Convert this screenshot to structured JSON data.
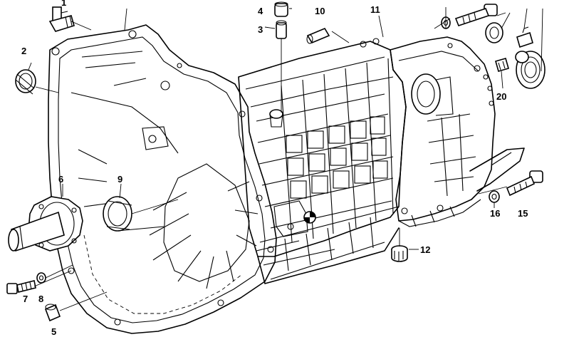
{
  "callouts": [
    {
      "id": "c1",
      "text": "1"
    },
    {
      "id": "c2",
      "text": "2"
    },
    {
      "id": "c3",
      "text": "3"
    },
    {
      "id": "c4",
      "text": "4"
    },
    {
      "id": "c5",
      "text": "5"
    },
    {
      "id": "c6",
      "text": "6"
    },
    {
      "id": "c7",
      "text": "7"
    },
    {
      "id": "c8",
      "text": "8"
    },
    {
      "id": "c9",
      "text": "9"
    },
    {
      "id": "c10",
      "text": "10"
    },
    {
      "id": "c11",
      "text": "11"
    },
    {
      "id": "c12",
      "text": "12"
    },
    {
      "id": "c15",
      "text": "15"
    },
    {
      "id": "c16",
      "text": "16"
    },
    {
      "id": "c20",
      "text": "20"
    }
  ]
}
